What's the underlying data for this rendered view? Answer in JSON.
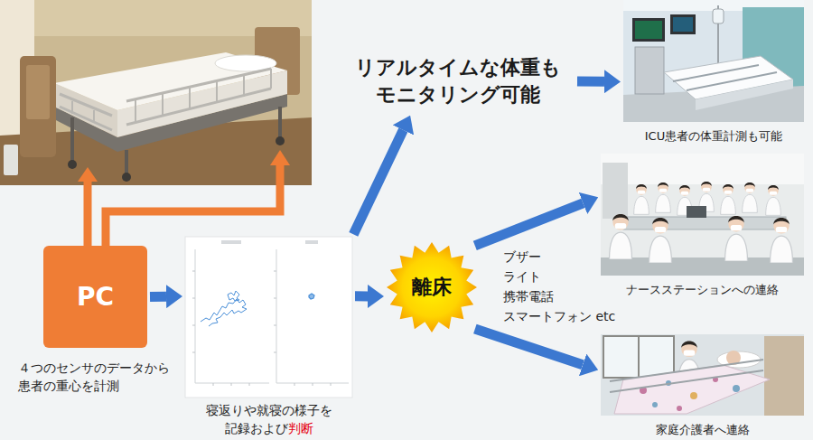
{
  "diagram": {
    "nodes": [
      {
        "text": [
          "PC",
          "４つのセンサのデータから 患者の重心を計測"
        ]
      },
      {
        "text": [
          "寝返りや就寝の様子を 記録および",
          "判断"
        ]
      },
      {
        "text": [
          "リアルタイムな体重も モニタリング可能"
        ]
      },
      {
        "text": [
          "ICU患者の体重計測も可能"
        ]
      },
      {
        "text": [
          "離床"
        ]
      },
      {
        "text": [
          "ナースステーションへの連絡"
        ]
      },
      {
        "text": [
          "家庭介護者へ連絡"
        ]
      }
    ],
    "edges": [
      {
        "from": 0,
        "to": 1,
        "arrow": "to"
      },
      {
        "from": 1,
        "to": 4,
        "arrow": "to"
      },
      {
        "from": 1,
        "to": 2,
        "arrow": "to"
      },
      {
        "from": 2,
        "to": 3,
        "arrow": "to"
      },
      {
        "from": 4,
        "to": 5,
        "arrow": "to"
      },
      {
        "from": 4,
        "to": 6,
        "arrow": "to"
      }
    ],
    "labels": [
      "ブザー",
      "ライト",
      "携帯電話",
      "スマートフォン etc"
    ]
  }
}
